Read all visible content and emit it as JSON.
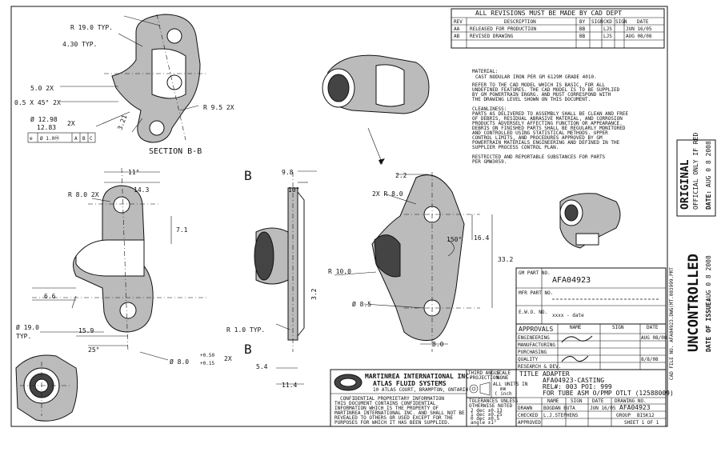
{
  "revisions": {
    "header": "ALL REVISIONS MUST BE MADE BY CAD DEPT",
    "columns": [
      "REV",
      "DESCRIPTION",
      "BY",
      "SIGN",
      "CKD",
      "SIGN",
      "DATE"
    ],
    "rows": [
      {
        "rev": "AA",
        "desc": "RELEASED FOR PRODUCTION",
        "by": "BB",
        "sign": "",
        "ckd": "LJS",
        "sign2": "",
        "date": "JUN 16/05"
      },
      {
        "rev": "AB",
        "desc": "REVISED DRAWING",
        "by": "BB",
        "sign": "",
        "ckd": "LJS",
        "sign2": "",
        "date": "AUG 08/08"
      }
    ]
  },
  "notes": {
    "material_title": "MATERIAL:",
    "material": "CAST NODULAR IRON PER GM 6129M  GRADE 4010.",
    "refer": [
      "REFER TO THE CAD MODEL WHICH IS BASIC, FOR ALL",
      "UNDEFINED FEATURES. THE CAD MODEL IS TO BE SUPPLIED",
      "BY GM POWERTRAIN ENGRG. AND MUST CORRESPOND WITH",
      "THE DRAWING LEVEL SHOWN ON THIS DOCUMENT."
    ],
    "clean_title": "CLEANLINESS:",
    "clean": [
      "PARTS AS DELIVERED TO ASSEMBLY SHALL BE CLEAN AND FREE",
      "OF DEBRIS, RESIDUAL ABRASIVE MATERIAL, AND CORROSION",
      "PRODUCTS ADVERSELY AFFECTING FUNCTION OR APPEARANCE.",
      "DEBRIS ON FINISHED PARTS SHALL BE REGULARLY MONITORED",
      "AND CONTROLLED USING STATISTICAL METHODS. UPPER",
      "CONTROL LIMITS, AND PROCEDURES APPROVED BY GM",
      "POWERTRAIN MATERIALS ENGINEERING AND DEFINED IN THE",
      "SUPPLIER PROCESS CONTROL PLAN."
    ],
    "restricted": [
      "RESTRICTED AND REPORTABLE SUBSTANCES FOR PARTS",
      "PER GMW3059."
    ]
  },
  "dimensions": {
    "r19_typ": "R 19.0 TYP.",
    "d430_typ": "4.30 TYP.",
    "d50_2x": "5.0 2X",
    "chamfer": "0.5 X 45° 2X",
    "dia_top": "Ø 12.98",
    "dia_bot": "12.83",
    "dia_2x": "2X",
    "fcf": [
      "⊕",
      "Ø 1.0Ⓜ",
      "A",
      "B",
      "C"
    ],
    "d321": "3.21",
    "r95_2x": "R 9.5 2X",
    "section": "SECTION  B-B",
    "ang11": "11°",
    "d143": "14.3",
    "r80_2x": "R 8.0 2X",
    "d71": "7.1",
    "d66": "6.6",
    "dia19": "Ø 19.0",
    "typ": "TYP.",
    "d159": "15.9",
    "ang25": "25°",
    "dia8": "Ø 8.0",
    "tol_plus": "+0.50",
    "tol_minus": "+0.15",
    "x2": "2X",
    "d98": "9.8",
    "ang10": "10°",
    "d22": "2.2",
    "r80_2x_b": "2X R 8.0",
    "ang150": "150°",
    "d164": "16.4",
    "d332": "33.2",
    "r100": "R 10.0",
    "dia85": "Ø 8.5",
    "d80": "8.0",
    "r10_typ": "R 1.0 TYP.",
    "d54": "5.4",
    "d114": "11.4",
    "d32": "3.2",
    "view_b1": "B",
    "view_b2": "B"
  },
  "part_info": {
    "gm_part_label": "GM PART NO.",
    "gm_part": "AFA04923",
    "mfr_label": "MFR PART NO.",
    "mfr_part": "",
    "ewo_label": "E.W.O. NO.",
    "ewo": "xxxx - date"
  },
  "approvals": {
    "title": "APPROVALS",
    "name_h": "NAME",
    "sign_h": "SIGN",
    "date_h": "DATE",
    "rows": [
      {
        "dept": "ENGINEERING",
        "name": "",
        "date": "AUG 08/08"
      },
      {
        "dept": "MANUFACTURING",
        "name": "",
        "date": ""
      },
      {
        "dept": "PURCHASING",
        "name": "",
        "date": ""
      },
      {
        "dept": "QUALITY",
        "name": "",
        "date": "8/8/08"
      },
      {
        "dept": "RESEARCH & DEV.",
        "name": "",
        "date": ""
      }
    ]
  },
  "company": {
    "name": "MARTINREA INTERNATIONAL INC.",
    "division": "ATLAS FLUID SYSTEMS",
    "address": "10 ATLAS COURT, BRAMPTON, ONTARIO",
    "confidential": [
      "CONFIDENTIAL PROPRIETARY INFORMATION",
      "THIS DOCUMENT CONTAINS CONFIDENTIAL",
      "INFORMATION WHICH IS THE PROPERTY OF",
      "MARTINREA INTERNATIONAL INC. AND SHALL NOT BE",
      "REVEALED TO OTHERS OR USED EXCEPT FOR THE",
      "PURPOSES FOR WHICH IT HAS BEEN SUPPLIED."
    ]
  },
  "projection": {
    "label": [
      "THIRD ANGLE",
      "PROJECTION"
    ],
    "scale_label": "SCALE",
    "scale": "NONE",
    "units": [
      "ALL UNITS IN",
      "mm",
      "( inch )"
    ]
  },
  "tolerances": {
    "title": [
      "TOLERANCES UNLESS",
      "OTHERWISE NOTED"
    ],
    "lines": [
      "2 dec  ±0.13",
      "1 dec  ±0.25",
      "0 dec  ±0.5",
      "angle  ±1°"
    ]
  },
  "title_block": {
    "title_label": "TITLE",
    "title_lines": [
      "ADAPTER",
      "AFA04923-CASTING",
      "REL#: 003   POI: 999",
      "FOR TUBE ASM O/PMP OTLT (12588009)"
    ],
    "name_h": "NAME",
    "sign_h": "SIGN",
    "date_h": "DATE",
    "drawing_no_label": "DRAWING NO.",
    "drawing_no": "AFA04923",
    "rows": [
      {
        "role": "DRAWN",
        "name": "BOGDAN BUTA",
        "date": "JUN 16/05"
      },
      {
        "role": "CHECKED",
        "name": "L.J.STEPHENS",
        "date": ""
      },
      {
        "role": "APPROVED",
        "name": "",
        "date": ""
      }
    ],
    "group_label": "GROUP",
    "group": "BISK12",
    "sheet": "SHEET  1  OF  1"
  },
  "file_path": "CAD FILE NO.   AFA04923.DWG(MT.003999.PRT",
  "stamps": {
    "original": "ORIGINAL",
    "official": "OFFICIAL ONLY IF RED",
    "date_label": "DATE:",
    "date_value": "AUG 0 8 2008",
    "uncontrolled": "UNCONTROLLED",
    "issue_label": "DATE OF ISSUE:",
    "issue_value": "AUG 0 8 2008"
  }
}
